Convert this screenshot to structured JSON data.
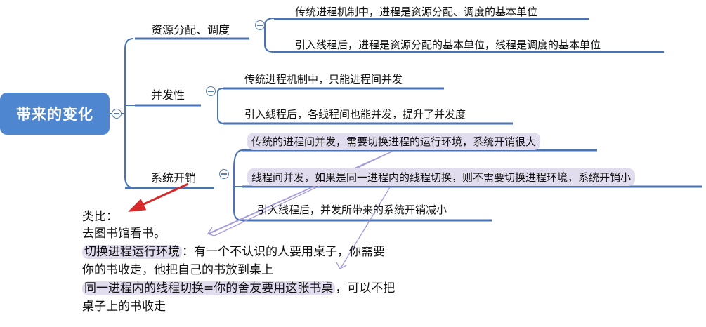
{
  "root": {
    "label": "带来的变化"
  },
  "branches": [
    {
      "label": "资源分配、调度",
      "children": [
        "传统进程机制中，进程是资源分配、调度的基本单位",
        "引入线程后，进程是资源分配的基本单位，线程是调度的基本单位"
      ]
    },
    {
      "label": "并发性",
      "children": [
        "传统进程机制中，只能进程间并发",
        "引入线程后，各线程间也能并发，提升了并发度"
      ]
    },
    {
      "label": "系统开销",
      "children": [
        "传统的进程间并发，需要切换进程的运行环境，系统开销很大",
        "线程间并发，如果是同一进程内的线程切换，则不需要切换进程环境，系统开销小",
        "引入线程后，并发所带来的系统开销减小"
      ]
    }
  ],
  "notes": {
    "line1": "类比：",
    "line2": "去图书馆看书。",
    "line3_hl": "切换进程运行环境",
    "line3_rest": "：有一个不认识的人要用桌子，你需要",
    "line4": "你的书收走，他把自己的书放到桌上",
    "line5_hl": "同一进程内的线程切换=你的舍友要用这张书桌",
    "line5_rest": "，可以不把",
    "line6": "桌子上的书收走"
  },
  "colors": {
    "root": "#4f86d0",
    "line": "#4a73b5",
    "highlight": "#e2dcef",
    "arrow": "#d62a2a",
    "pointer": "#a79be0"
  }
}
